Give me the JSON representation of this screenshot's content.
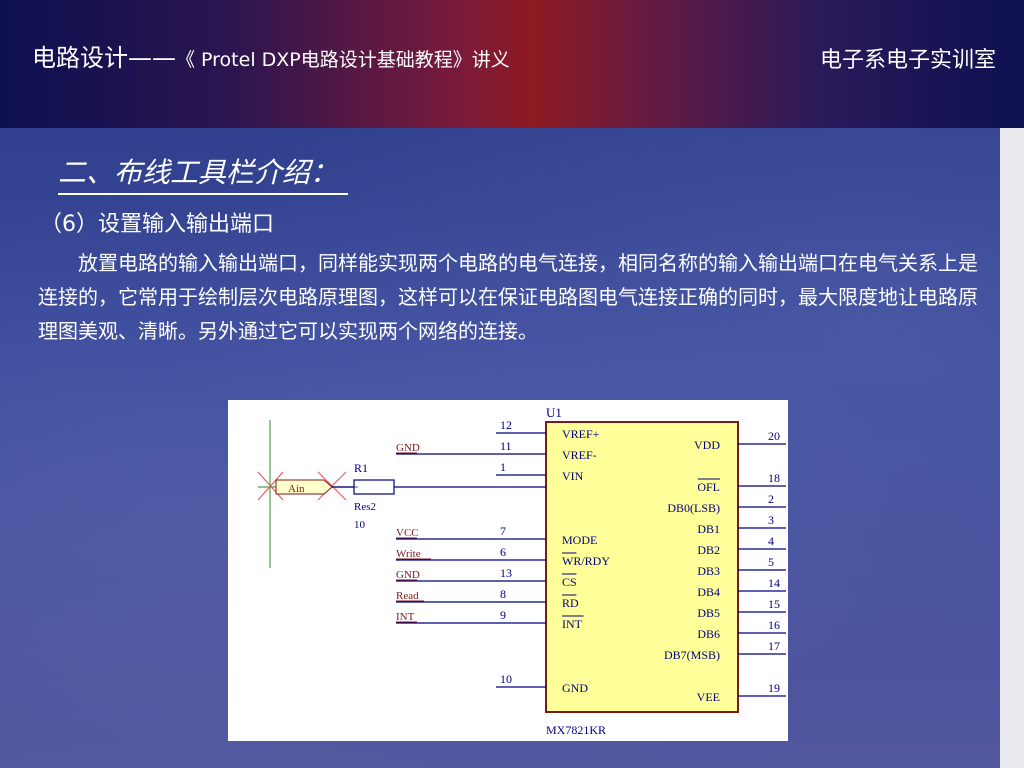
{
  "header": {
    "title_main": "电路设计——",
    "title_sub": "《 Protel DXP电路设计基础教程》讲义",
    "dept": "电子系电子实训室"
  },
  "section": {
    "title": "二、布线工具栏介绍：",
    "subtitle": "（6）设置输入输出端口",
    "paragraph": "放置电路的输入输出端口，同样能实现两个电路的电气连接，相同名称的输入输出端口在电气关系上是连接的，它常用于绘制层次电路原理图，这样可以在保证电路图电气连接正确的同时，最大限度地让电路原理图美观、清晰。另外通过它可以实现两个网络的连接。"
  },
  "schematic": {
    "chip_ref": "U1",
    "chip_part": "MX7821KR",
    "resistor": {
      "ref": "R1",
      "value_name": "Res2",
      "value": "10"
    },
    "port_ain": "Ain",
    "left_pins": [
      {
        "num": "12",
        "name": "VREF+",
        "net": ""
      },
      {
        "num": "11",
        "name": "VREF-",
        "net": "GND"
      },
      {
        "num": "1",
        "name": "VIN",
        "net": ""
      },
      {
        "num": "7",
        "name": "MODE",
        "net": "VCC"
      },
      {
        "num": "6",
        "name": "WR/RDY",
        "net": "Write"
      },
      {
        "num": "13",
        "name": "CS",
        "net": "GND"
      },
      {
        "num": "8",
        "name": "RD",
        "net": "Read"
      },
      {
        "num": "9",
        "name": "INT",
        "net": "INT"
      },
      {
        "num": "10",
        "name": "GND",
        "net": ""
      }
    ],
    "right_pins": [
      {
        "num": "20",
        "name": "VDD"
      },
      {
        "num": "18",
        "name": "OFL"
      },
      {
        "num": "2",
        "name": "DB0(LSB)"
      },
      {
        "num": "3",
        "name": "DB1"
      },
      {
        "num": "4",
        "name": "DB2"
      },
      {
        "num": "5",
        "name": "DB3"
      },
      {
        "num": "14",
        "name": "DB4"
      },
      {
        "num": "15",
        "name": "DB5"
      },
      {
        "num": "16",
        "name": "DB6"
      },
      {
        "num": "17",
        "name": "DB7(MSB)"
      },
      {
        "num": "19",
        "name": "VEE"
      }
    ]
  }
}
